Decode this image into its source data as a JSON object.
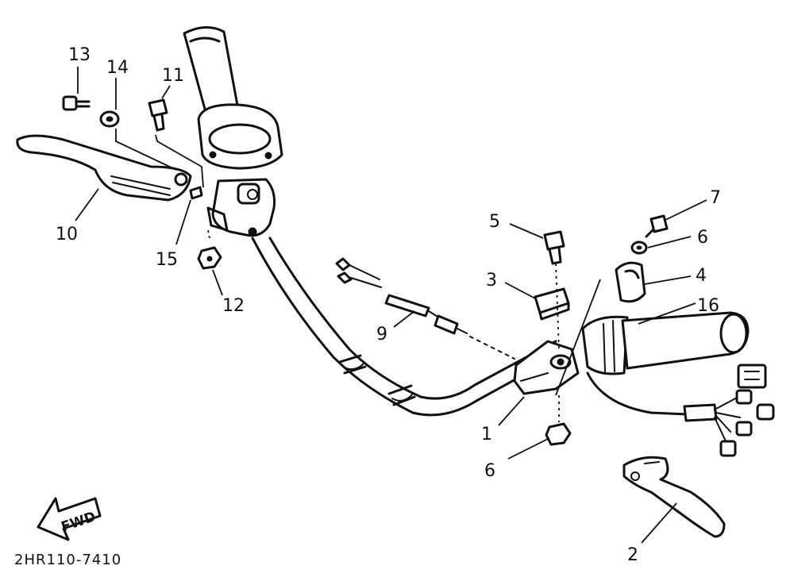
{
  "diagram_code": "2HR110-7410",
  "fwd_label": "FWD",
  "callouts": [
    "1",
    "2",
    "3",
    "4",
    "5",
    "6",
    "6",
    "7",
    "9",
    "10",
    "11",
    "12",
    "13",
    "14",
    "15",
    "16"
  ],
  "parts": [
    "right-grip-throttle",
    "handlebar",
    "left-grip",
    "brake-master-cylinder",
    "brake-lever",
    "clutch-lever",
    "clutch-lever-holder",
    "clutch-switch",
    "lever-clamp",
    "wire-harness",
    "connector",
    "bolt",
    "collar",
    "nut"
  ]
}
